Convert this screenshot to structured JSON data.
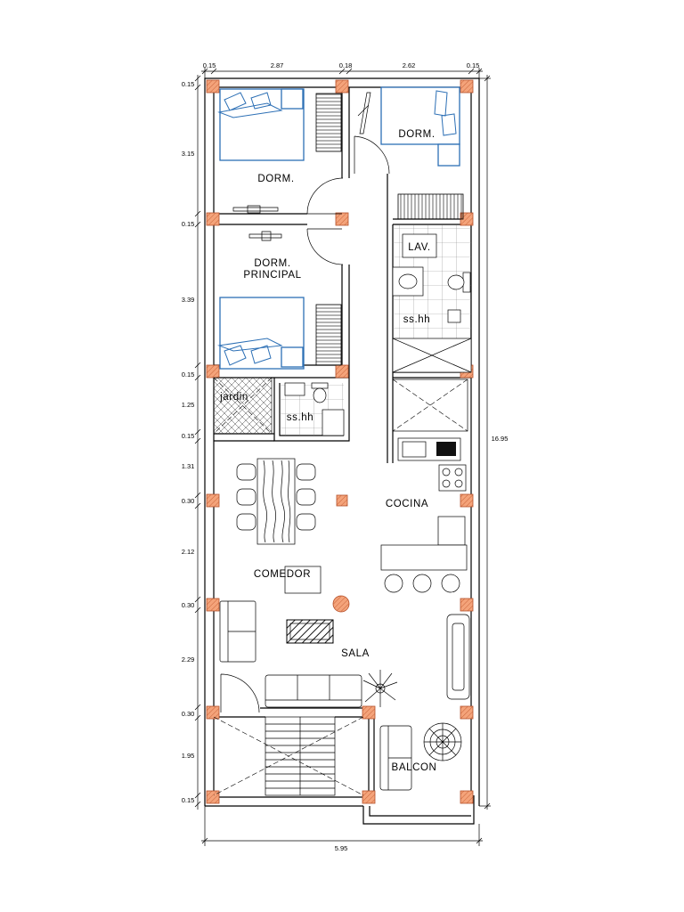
{
  "dimensions": {
    "top": [
      "0.15",
      "2.87",
      "0.18",
      "2.62",
      "0.15"
    ],
    "left": [
      "0.15",
      "3.15",
      "0.15",
      "3.39",
      "0.15",
      "1.25",
      "0.15",
      "1.31",
      "0.30",
      "2.12",
      "0.30",
      "2.29",
      "0.30",
      "1.95",
      "0.15"
    ],
    "total_height": "16.95",
    "total_width": "5.95"
  },
  "rooms": {
    "dorm_top_left": "DORM.",
    "dorm_top_right": "DORM.",
    "lav": "LAV.",
    "dorm_principal_line1": "DORM.",
    "dorm_principal_line2": "PRINCIPAL",
    "sshh_right": "ss.hh",
    "jardin": "jardin",
    "sshh_left": "ss.hh",
    "cocina": "COCINA",
    "comedor": "COMEDOR",
    "sala": "SALA",
    "balcon": "BALCON"
  },
  "colors": {
    "column_fill": "#f4a37a",
    "column_stroke": "#b5502a",
    "bed_stroke": "#2c6fb5",
    "wall": "#000000"
  }
}
